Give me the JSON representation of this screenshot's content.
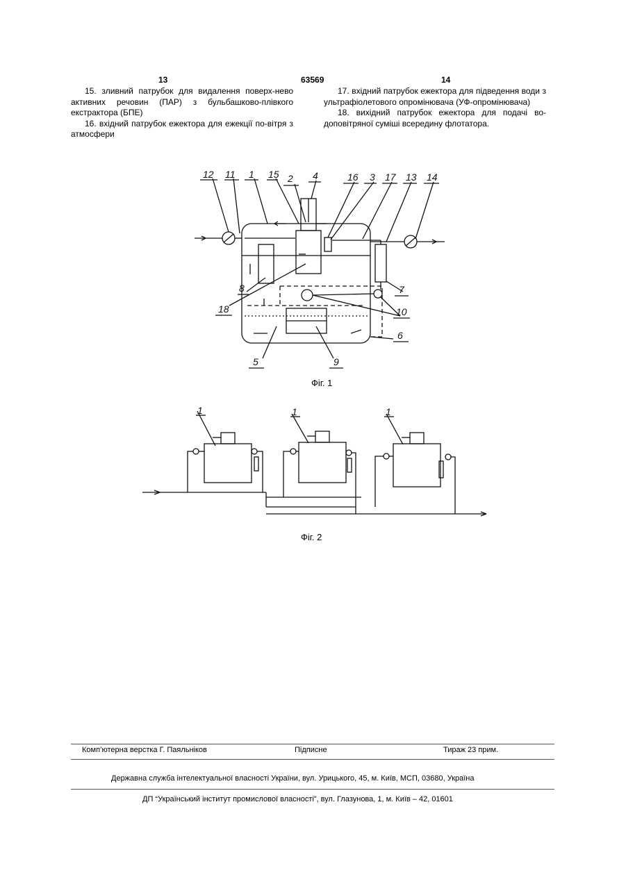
{
  "header": {
    "page_left": "13",
    "doc_number": "63569",
    "page_right": "14"
  },
  "left_column": {
    "item15": "15. зливний патрубок для видалення поверх-нево активних речовин (ПАР) з бульбашково-плівкого екстрактора (БПЕ)",
    "item16": "16. вхідний патрубок ежектора для ежекції по-вітря з атмосфери"
  },
  "right_column": {
    "item17": "17. вхідний патрубок ежектора для підведення води з ультрафіолетового опромінювача (УФ-опромінювача)",
    "item18": "18. вихідний патрубок ежектора для подачі во-доповітряної суміші всередину флотатора."
  },
  "figure1": {
    "caption": "Фіг. 1",
    "labels": {
      "l1": "1",
      "l2": "2",
      "l3": "3",
      "l4": "4",
      "l5": "5",
      "l6": "6",
      "l7": "7",
      "l8": "8",
      "l9": "9",
      "l10": "10",
      "l11": "11",
      "l12": "12",
      "l13": "13",
      "l14": "14",
      "l15": "15",
      "l16": "16",
      "l17": "17",
      "l18": "18"
    }
  },
  "figure2": {
    "caption": "Фіг. 2",
    "labels": {
      "a": "1",
      "b": "1",
      "c": "1"
    }
  },
  "footer": {
    "layout": "Комп’ютерна верстка Г. Паяльніков",
    "signed": "Підписне",
    "circulation": "Тираж 23 прим.",
    "office": "Державна служба інтелектуальної власності України, вул. Урицького, 45, м. Київ, МСП, 03680, Україна",
    "institute": "ДП “Український інститут промислової власності”, вул. Глазунова, 1, м. Київ – 42, 01601"
  }
}
